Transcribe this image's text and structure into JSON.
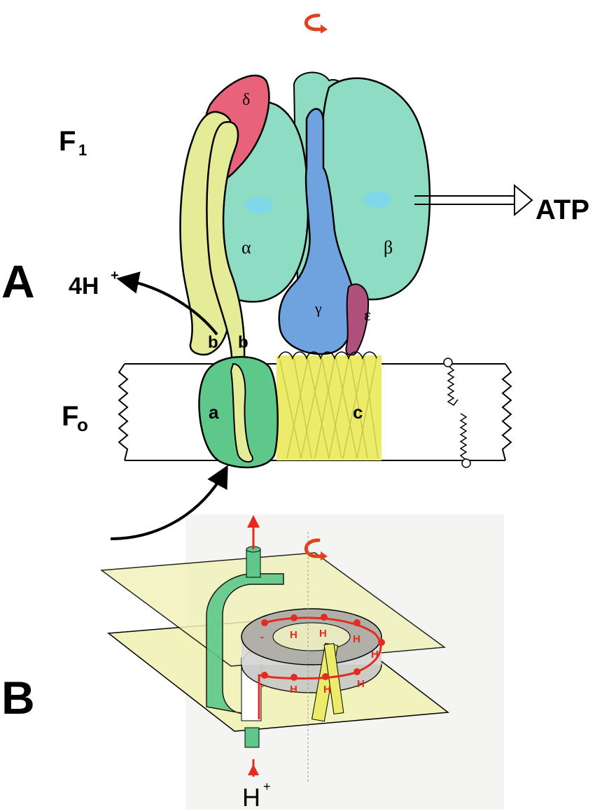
{
  "panels": {
    "A": "A",
    "B": "B"
  },
  "sectors": {
    "f1": {
      "main": "F",
      "sub": "1"
    },
    "fo": {
      "main": "F",
      "sub": "o"
    }
  },
  "subunits": {
    "delta": "δ",
    "alpha": "α",
    "beta": "β",
    "gamma": "γ",
    "epsilon": "ε",
    "b_left": "b",
    "b_right": "b",
    "a": "a",
    "c": "c"
  },
  "labels": {
    "atp": "ATP",
    "protons_out": {
      "main": "4H",
      "sup": "+"
    },
    "proton_in": {
      "main": "H",
      "sup": "+"
    },
    "ring_h": "H",
    "ring_minus": "-"
  },
  "colors": {
    "alpha_beta": "#8fdcc4",
    "delta": "#e8637a",
    "gamma": "#6fa3e0",
    "epsilon": "#b0517d",
    "b_stalk": "#e5ec98",
    "a_subunit": "#5ec88a",
    "c_ring": "#ecec6a",
    "arrow_rotation": "#e0401c",
    "proton_path": "#e32b1f",
    "membrane_plane": "#f1f2bc"
  }
}
